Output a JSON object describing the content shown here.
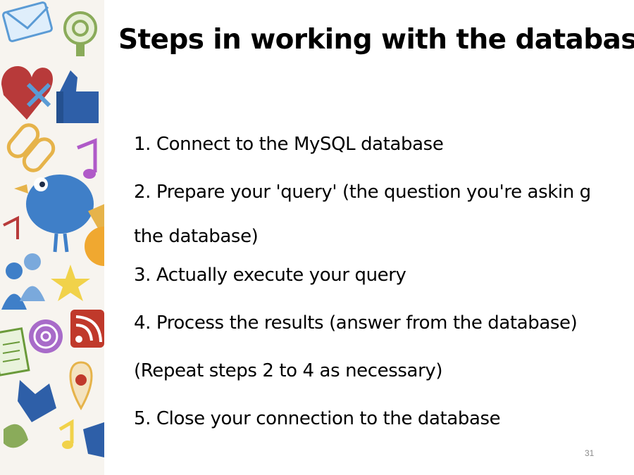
{
  "slide": {
    "title": "Steps in working with the database",
    "steps": [
      "1. Connect to the MySQL database",
      "2. Prepare your 'query' (the question you're askin g the database)",
      "3. Actually execute your query",
      "4. Process the results (answer from the database)",
      "(Repeat steps 2 to 4 as necessary)",
      "5. Close your connection to the database"
    ],
    "page_number": "31"
  },
  "sidebar": {
    "icons": [
      "envelope-icon",
      "target-icon",
      "heart-icon",
      "thumbs-up-icon",
      "chain-link-icon",
      "music-note-icon",
      "bird-icon",
      "people-icon",
      "star-icon",
      "at-sign-icon",
      "rss-icon",
      "location-pin-icon",
      "document-icon"
    ]
  },
  "colors": {
    "title": "#000000",
    "text": "#000000",
    "page_number": "#8a8a8a",
    "background": "#ffffff"
  }
}
